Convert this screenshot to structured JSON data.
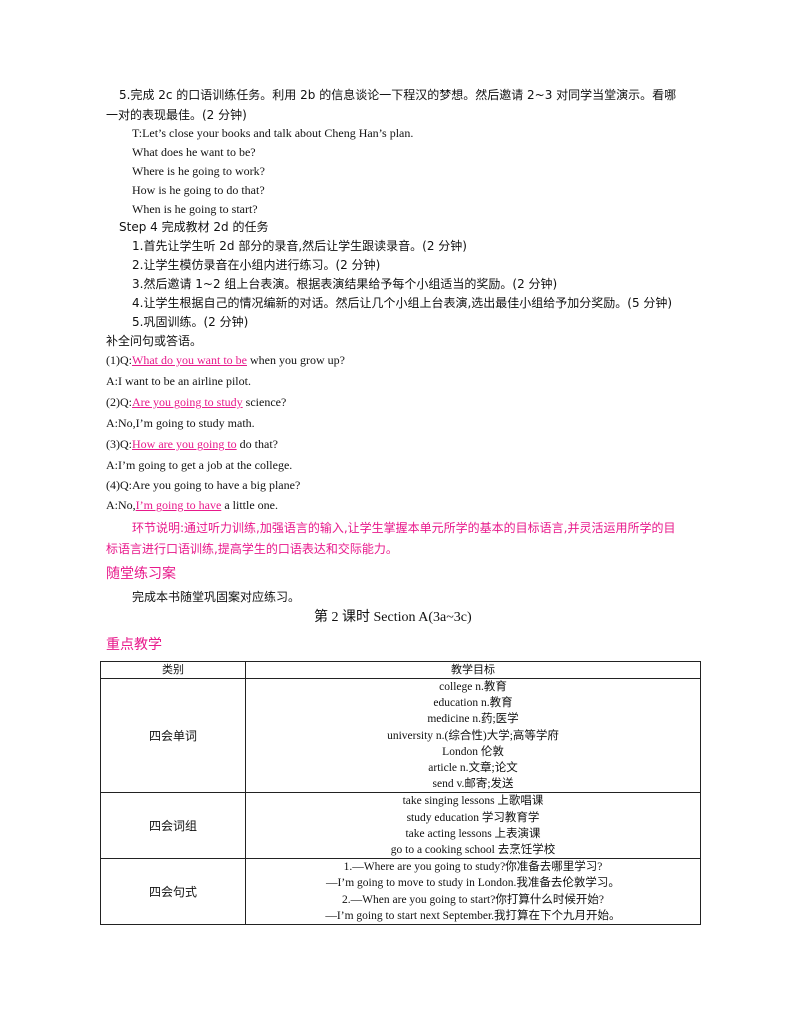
{
  "intro": {
    "step5_line1": "5.完成 2c 的口语训练任务。利用 2b 的信息谈论一下程汉的梦想。然后邀请 2~3 对同学当堂演示。看哪",
    "step5_line2": "一对的表现最佳。(2 分钟)",
    "teacher_lines": [
      "T:Let’s close your books and talk about Cheng Han’s plan.",
      "What does he want to be?",
      "Where is he going to work?",
      "How is he going to do that?",
      "When is he going to start?"
    ]
  },
  "step4": {
    "title": "Step 4 完成教材 2d 的任务",
    "items": [
      "1.首先让学生听 2d 部分的录音,然后让学生跟读录音。(2 分钟)",
      "2.让学生模仿录音在小组内进行练习。(2 分钟)",
      "3.然后邀请 1~2 组上台表演。根据表演结果给予每个小组适当的奖励。(2 分钟)",
      "4.让学生根据自己的情况编新的对话。然后让几个小组上台表演,选出最佳小组给予加分奖励。(5 分钟)",
      "5.巩固训练。(2 分钟)"
    ]
  },
  "exercise": {
    "instruction": "补全问句或答语。",
    "q1": {
      "pre": "(1)Q:",
      "answer": "What do you want to be",
      "post": " when you grow up?"
    },
    "a1": "A:I want to be an airline pilot.",
    "q2": {
      "pre": "(2)Q:",
      "answer": "Are you going to study",
      "post": " science?"
    },
    "a2": "A:No,I’m going to study math.",
    "q3": {
      "pre": "(3)Q:",
      "answer": "How are you going to",
      "post": " do that?"
    },
    "a3": "A:I’m going to get a job at the college.",
    "q4": "(4)Q:Are you going to have a big plane?",
    "a4": {
      "pre": "A:No,",
      "answer": "I’m going to have",
      "post": " a little one."
    }
  },
  "note": {
    "line1": "环节说明:通过听力训练,加强语言的输入,让学生掌握本单元所学的基本的目标语言,并灵活运用所学的目",
    "line2": "标语言进行口语训练,提高学生的口语表达和交际能力。"
  },
  "practice": {
    "heading": "随堂练习案",
    "text": "完成本书随堂巩固案对应练习。"
  },
  "lesson": {
    "title": "第 2 课时 Section A(3a~3c)",
    "heading": "重点教学"
  },
  "table": {
    "headers": [
      "类别",
      "教学目标"
    ],
    "rows": [
      {
        "category": "四会单词",
        "items": [
          "college n.教育",
          "education n.教育",
          "medicine n.药;医学",
          "university n.(综合性)大学;高等学府",
          "London 伦敦",
          "article n.文章;论文",
          "send v.邮寄;发送"
        ]
      },
      {
        "category": "四会词组",
        "items": [
          "take singing lessons 上歌唱课",
          "study education 学习教育学",
          "take acting lessons 上表演课",
          "go to a cooking school 去烹饪学校"
        ]
      },
      {
        "category": "四会句式",
        "items": [
          "1.—Where are you going to study?你准备去哪里学习?",
          "—I’m going to move to study in London.我准备去伦敦学习。",
          "2.—When are you going to start?你打算什么时候开始?",
          "—I’m going to start next September.我打算在下个九月开始。"
        ]
      }
    ]
  }
}
